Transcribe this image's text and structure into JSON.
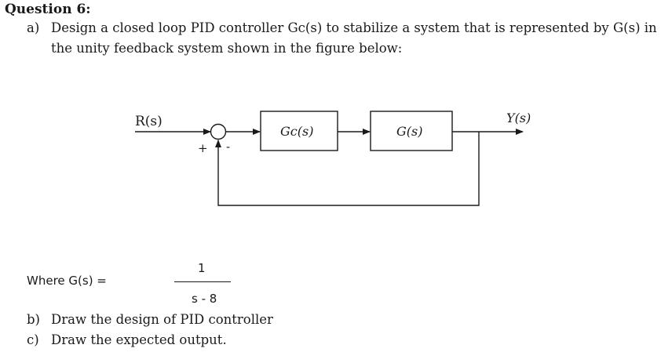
{
  "question": {
    "title": "Question 6:",
    "part_a": {
      "label": "a)",
      "line1": "Design a closed loop PID controller Gc(s) to stabilize a system that is represented by G(s) in",
      "line2": "the unity feedback system shown in the figure below:"
    },
    "diagram": {
      "input_label": "R(s)",
      "output_label": "Y(s)",
      "controller_label": "Gc(s)",
      "plant_label": "G(s)",
      "plus_sign": "+",
      "minus_sign": "-"
    },
    "where": {
      "text": "Where G(s) =",
      "numerator": "1",
      "denominator": "s - 8"
    },
    "part_b": {
      "label": "b)",
      "text": "Draw the design of PID controller"
    },
    "part_c": {
      "label": "c)",
      "text": "Draw the expected output."
    }
  }
}
